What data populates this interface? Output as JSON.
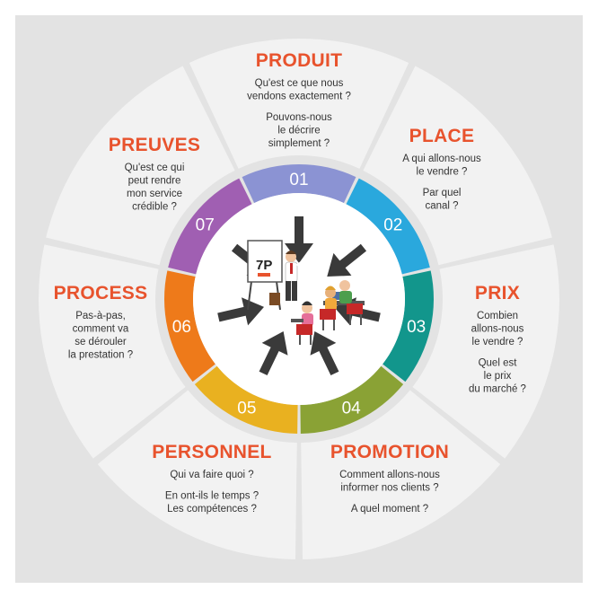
{
  "segments": [
    {
      "number": "01",
      "title": "PRODUIT",
      "color": "#8b93d3",
      "lines": [
        "Qu'est ce que nous",
        "vendons exactement ?",
        "",
        "Pouvons-nous",
        "le décrire",
        "simplement ?"
      ]
    },
    {
      "number": "02",
      "title": "PLACE",
      "color": "#2aa8dd",
      "lines": [
        "A qui allons-nous",
        "le vendre ?",
        "",
        "Par quel",
        "canal ?"
      ]
    },
    {
      "number": "03",
      "title": "PRIX",
      "color": "#12968c",
      "lines": [
        "Combien",
        "allons-nous",
        "le vendre ?",
        "",
        "Quel est",
        "le prix",
        "du marché ?"
      ]
    },
    {
      "number": "04",
      "title": "PROMOTION",
      "color": "#8aa235",
      "lines": [
        "Comment allons-nous",
        "informer nos clients ?",
        "",
        "A quel moment ?"
      ]
    },
    {
      "number": "05",
      "title": "PERSONNEL",
      "color": "#e9b120",
      "lines": [
        "Qui va faire quoi ?",
        "",
        "En ont-ils le temps ?",
        "Les compétences ?"
      ]
    },
    {
      "number": "06",
      "title": "PROCESS",
      "color": "#ee7a1a",
      "lines": [
        "Pas-à-pas,",
        "comment va",
        "se dérouler",
        "la prestation ?"
      ]
    },
    {
      "number": "07",
      "title": "PREUVES",
      "color": "#a05fb2",
      "lines": [
        "Qu'est ce qui",
        "peut rendre",
        "mon service",
        "crédible ?"
      ]
    }
  ],
  "center": {
    "board_label": "7P"
  },
  "colors": {
    "outer_segment": "#f2f2f2",
    "background_frame": "#e3e3e3",
    "title": "#e8532d",
    "arrow": "#3a3a3a"
  }
}
